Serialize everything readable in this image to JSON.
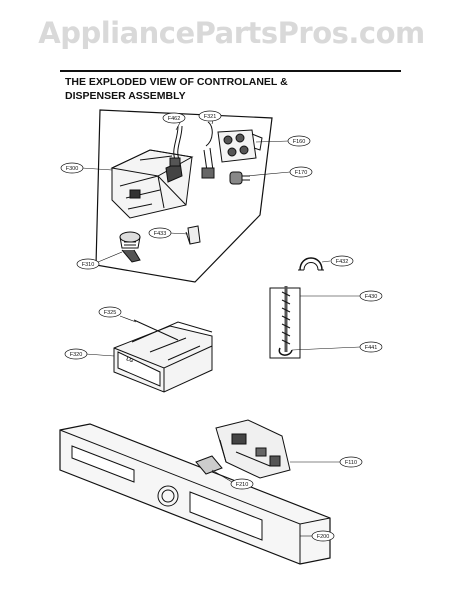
{
  "watermark": "AppliancePartsPros.com",
  "title": {
    "line1": "THE EXPLODED VIEW OF CONTROLANEL &",
    "line2": "DISPENSER ASSEMBLY"
  },
  "callouts": {
    "f462": "F462",
    "f321": "F321",
    "f160": "F160",
    "f300": "F300",
    "f170": "F170",
    "f433": "F433",
    "f310": "F310",
    "f432": "F432",
    "f430": "F430",
    "f325": "F325",
    "f441": "F441",
    "f320": "F320",
    "f110": "F110",
    "f210": "F210",
    "f200": "F200"
  },
  "panel_text": {
    "brand": "LG"
  }
}
